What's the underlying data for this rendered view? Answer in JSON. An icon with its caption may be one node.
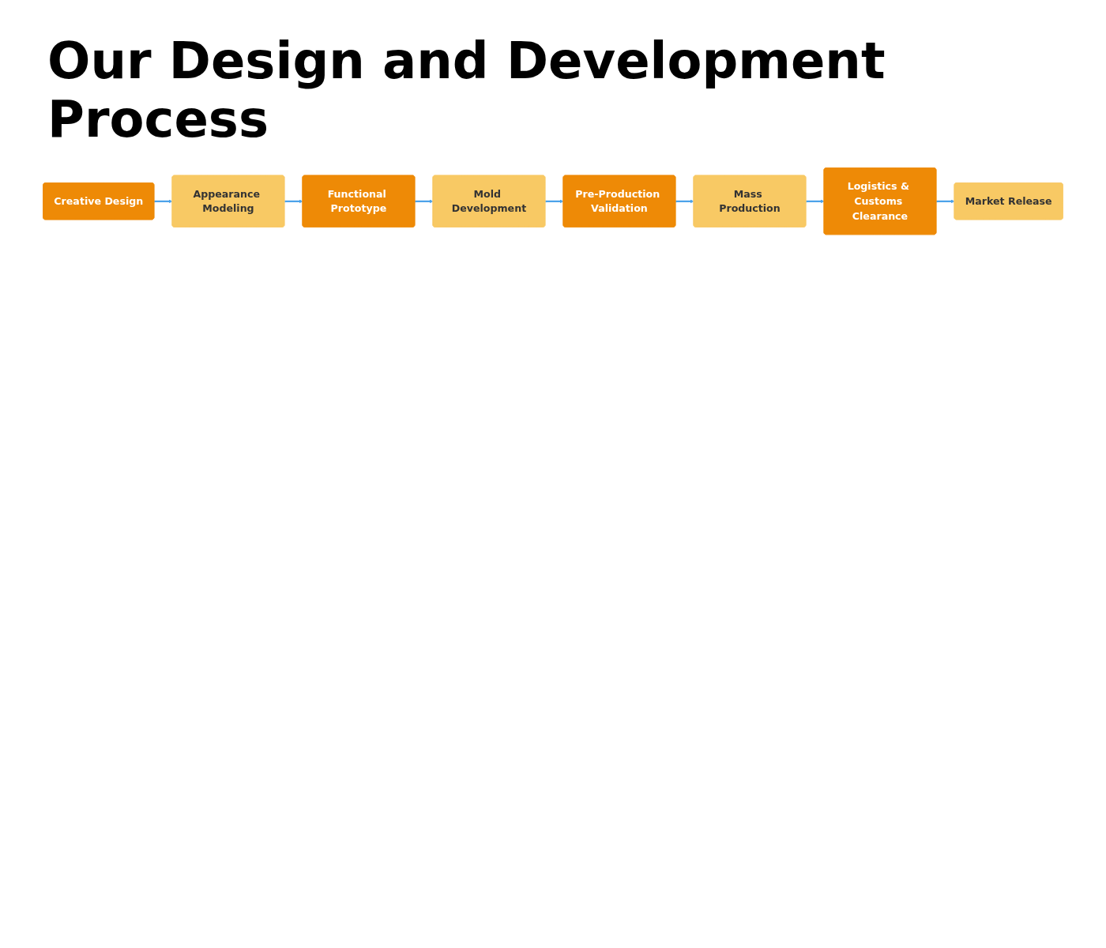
{
  "diagram": {
    "title": "Our Design and Development Process",
    "nodes": [
      {
        "text": [
          "Creative Design"
        ]
      },
      {
        "text": [
          "Appearance Modeling"
        ]
      },
      {
        "text": [
          "Functional Prototype"
        ]
      },
      {
        "text": [
          "Mold Development"
        ]
      },
      {
        "text": [
          "Pre-Production Validation"
        ]
      },
      {
        "text": [
          "Mass Production"
        ]
      },
      {
        "text": [
          "Logistics & Customs Clearance"
        ]
      },
      {
        "text": [
          "Market Release"
        ]
      }
    ],
    "edges": [
      {
        "from": 0,
        "to": 1,
        "arrow": "to"
      },
      {
        "from": 1,
        "to": 2,
        "arrow": "to"
      },
      {
        "from": 2,
        "to": 3,
        "arrow": "to"
      },
      {
        "from": 3,
        "to": 4,
        "arrow": "to"
      },
      {
        "from": 4,
        "to": 5,
        "arrow": "to"
      },
      {
        "from": 5,
        "to": 6,
        "arrow": "to"
      },
      {
        "from": 6,
        "to": 7,
        "arrow": "to"
      }
    ]
  }
}
